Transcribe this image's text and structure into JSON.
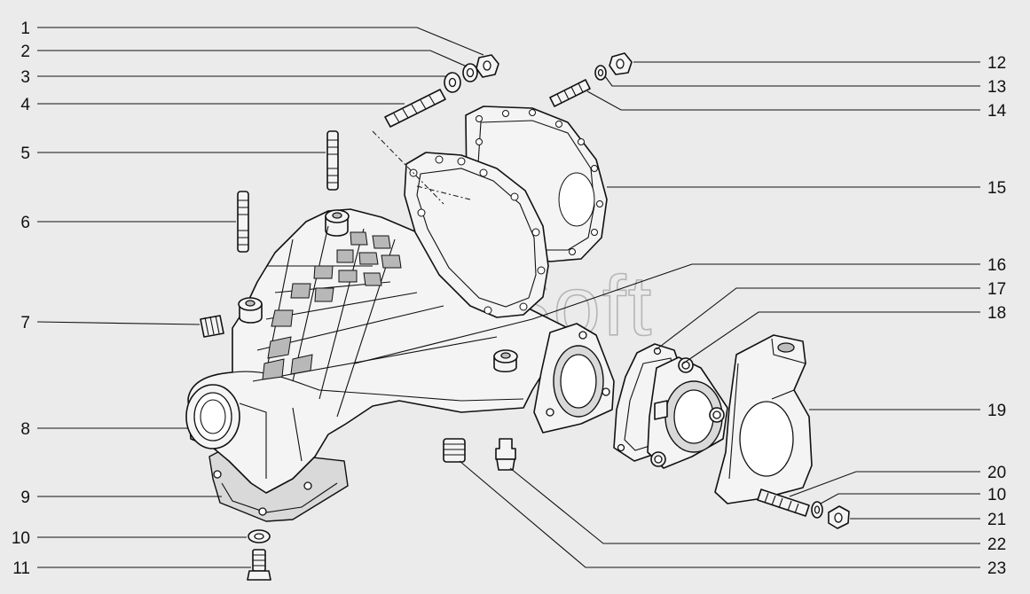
{
  "watermark": "AutoSoft",
  "callouts_left": [
    "1",
    "2",
    "3",
    "4",
    "5",
    "6",
    "7",
    "8",
    "9",
    "10",
    "11"
  ],
  "callouts_right": [
    "12",
    "13",
    "14",
    "15",
    "16",
    "17",
    "18",
    "19",
    "20",
    "10",
    "21",
    "22",
    "23"
  ]
}
